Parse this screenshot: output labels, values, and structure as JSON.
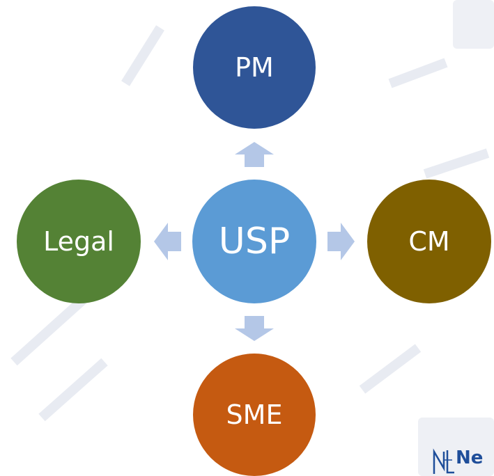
{
  "diagram": {
    "center": {
      "label": "USP",
      "color": "#5b9bd5"
    },
    "top": {
      "label": "PM",
      "color": "#2f5597"
    },
    "left": {
      "label": "Legal",
      "color": "#548235"
    },
    "right": {
      "label": "CM",
      "color": "#7f6000"
    },
    "bottom": {
      "label": "SME",
      "color": "#c55a11"
    },
    "arrow_color": "#b4c7e7"
  },
  "watermark": {
    "color": "#e6e9f1"
  },
  "logo": {
    "text": "Ne",
    "color": "#1f4e9a"
  }
}
